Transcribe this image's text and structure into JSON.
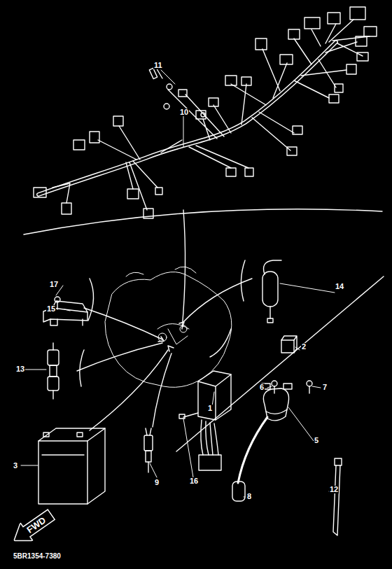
{
  "diagram": {
    "nodes": [
      {
        "text": [
          "FWD"
        ]
      }
    ],
    "labels": [
      "11",
      "10",
      "17",
      "14",
      "15",
      "2",
      "13",
      "6",
      "7",
      "1",
      "5",
      "3",
      "9",
      "16",
      "8",
      "12",
      "5BR1354-7380"
    ]
  }
}
